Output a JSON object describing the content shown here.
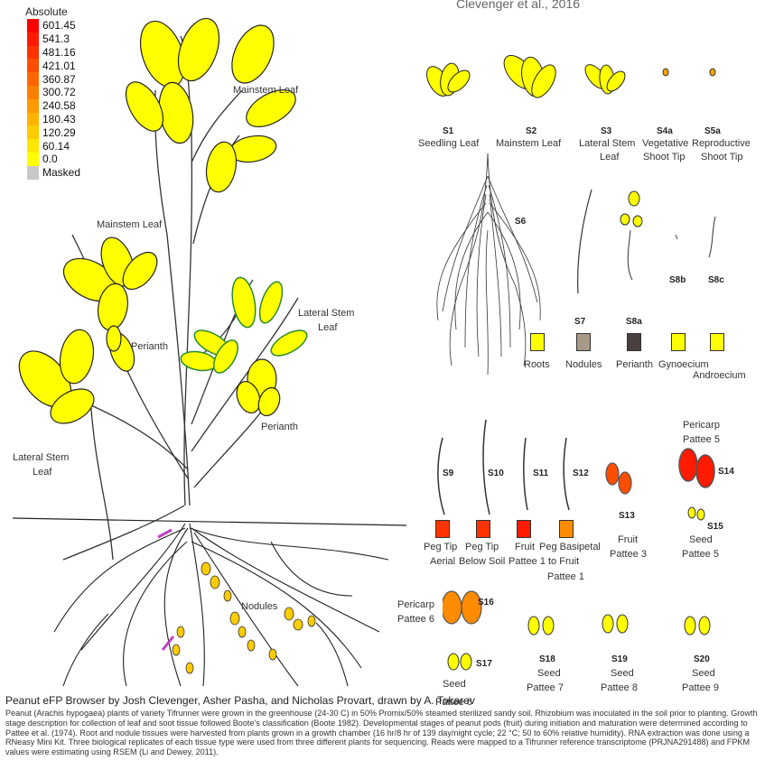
{
  "citation": "Clevenger et al., 2016",
  "legend": {
    "title": "Absolute",
    "items": [
      {
        "label": "601.45",
        "color": "#ff0000"
      },
      {
        "label": "541.3",
        "color": "#ff1a00"
      },
      {
        "label": "481.16",
        "color": "#ff3300"
      },
      {
        "label": "421.01",
        "color": "#ff4d00"
      },
      {
        "label": "360.87",
        "color": "#ff6600"
      },
      {
        "label": "300.72",
        "color": "#ff8000"
      },
      {
        "label": "240.58",
        "color": "#ff9900"
      },
      {
        "label": "180.43",
        "color": "#ffb300"
      },
      {
        "label": "120.29",
        "color": "#ffcc00"
      },
      {
        "label": "60.14",
        "color": "#ffe600"
      },
      {
        "label": "0.0",
        "color": "#ffff00"
      },
      {
        "label": "Masked",
        "color": "#c8c8c8"
      }
    ]
  },
  "plant_labels": {
    "mainstem_leaf_top": "Mainstem Leaf",
    "mainstem_leaf_left": "Mainstem Leaf",
    "lateral_stem_leaf_right_1": "Lateral Stem",
    "lateral_stem_leaf_right_2": "Leaf",
    "perianth_top": "Perianth",
    "perianth_right": "Perianth",
    "lateral_stem_leaf_left_1": "Lateral Stem",
    "lateral_stem_leaf_left_2": "Leaf",
    "nodules": "Nodules"
  },
  "samples": {
    "s1": {
      "id": "S1",
      "name": "Seedling Leaf",
      "color": "#ffff00"
    },
    "s2": {
      "id": "S2",
      "name": "Mainstem Leaf",
      "color": "#ffff00"
    },
    "s3": {
      "id": "S3",
      "name_1": "Lateral Stem",
      "name_2": "Leaf",
      "color": "#ffff00"
    },
    "s4a": {
      "id": "S4a",
      "name_1": "Vegetative",
      "name_2": "Shoot Tip",
      "color": "#ffa500"
    },
    "s5a": {
      "id": "S5a",
      "name_1": "Reproductive",
      "name_2": "Shoot Tip",
      "color": "#ffa500"
    },
    "s6": {
      "id": "S6",
      "name": "Roots",
      "color": "#ffff00"
    },
    "s7": {
      "id": "S7",
      "name": "Nodules",
      "color": "#a89888"
    },
    "s8a": {
      "id": "S8a",
      "name": "Perianth",
      "color": "#4a4040"
    },
    "s8b": {
      "id": "S8b",
      "name": "Gynoecium",
      "color": "#ffff00"
    },
    "s8c": {
      "id": "S8c",
      "name": "Androecium",
      "color": "#ffff00"
    },
    "s9": {
      "id": "S9",
      "name_1": "Peg Tip",
      "name_2": "Aerial",
      "color": "#ff3300"
    },
    "s10": {
      "id": "S10",
      "name_1": "Peg Tip",
      "name_2": "Below Soil",
      "color": "#ff3300"
    },
    "s11": {
      "id": "S11",
      "name_1": "Fruit",
      "name_2": "Pattee 1",
      "color": "#ff1a00"
    },
    "s12": {
      "id": "S12",
      "name_1": "Peg Basipetal",
      "name_2": "to Fruit",
      "name_3": "Pattee 1",
      "color": "#ff8c00"
    },
    "s13": {
      "id": "S13",
      "name_1": "Fruit",
      "name_2": "Pattee 3",
      "color": "#ff4d00"
    },
    "s14": {
      "id": "S14",
      "label_1": "Pericarp",
      "label_2": "Pattee 5",
      "color": "#ff1a00"
    },
    "s15": {
      "id": "S15",
      "name_1": "Seed",
      "name_2": "Pattee 5",
      "color": "#ffff00"
    },
    "s16": {
      "id": "S16",
      "label_1": "Pericarp",
      "label_2": "Pattee 6",
      "color": "#ff8c00"
    },
    "s17": {
      "id": "S17",
      "name_1": "Seed",
      "name_2": "Pattee 6",
      "color": "#ffff00"
    },
    "s18": {
      "id": "S18",
      "name_1": "Seed",
      "name_2": "Pattee 7",
      "color": "#ffff00"
    },
    "s19": {
      "id": "S19",
      "name_1": "Seed",
      "name_2": "Pattee 8",
      "color": "#ffff00"
    },
    "s20": {
      "id": "S20",
      "name_1": "Seed",
      "name_2": "Pattee 9",
      "color": "#ffff00"
    }
  },
  "caption": {
    "title": "Peanut eFP Browser by Josh Clevenger, Asher Pasha, and Nicholas Provart, drawn by A. Tokarev",
    "body": "Peanut (Arachis hypogaea) plants of variety Tifrunner were grown in the greenhouse (24-30 C) in 50% Promix/50% steamed sterilized sandy soil.  Rhizobium was inoculated in the soil prior to planting.  Growth stage description for collection of leaf and soot tissue followed Boote's classification (Boote 1982).  Developmental stages of peanut pods (fruit) during initiation and maturation were determined according to Pattee et al. (1974).  Root and nodule tissues were harvested from plants grown in a growth chamber (16 hr/8 hr of 139 day/night cycle; 22 °C; 50 to 60% relative humidity).  RNA extraction was done using a RNeasy Mini Kit.  Three biological replicates of each tissue type were used from three different plants for sequencing.  Reads were mapped to a Tifrunner reference transcriptome (PRJNA291488) and FPKM values were estimating using RSEM (Li and Dewey, 2011)."
  }
}
